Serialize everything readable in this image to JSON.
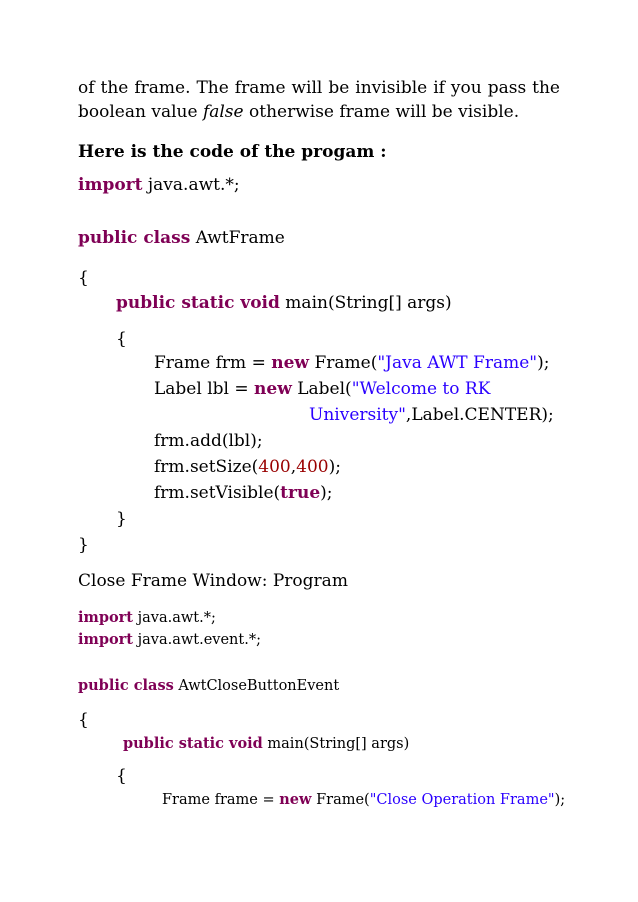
{
  "intro": {
    "line1": "of the frame. The frame will be invisible if you pass the",
    "line2_pre": "boolean value ",
    "line2_italic": "false",
    "line2_post": " otherwise frame will be visible."
  },
  "heading1": "Here is the code of the progam :",
  "code1": {
    "import_kw": "import",
    "import_rest": " java.awt.*;",
    "class_kw": "public class",
    "class_name": " AwtFrame",
    "open_brace_1": "{",
    "main_kw": "public static void",
    "main_rest": " main(String[] args)",
    "open_brace_2": "{",
    "frame_pre": "Frame frm = ",
    "frame_kw": "new",
    "frame_mid": " Frame(",
    "frame_str": "\"Java AWT Frame\"",
    "frame_post": ");",
    "label_pre": "Label lbl = ",
    "label_kw": "new",
    "label_mid": " Label(",
    "label_str1": "\"Welcome to RK",
    "label_str2": "University\"",
    "label_post": ",Label.CENTER);",
    "add_line": "frm.add(lbl);",
    "size_pre": "frm.setSize(",
    "size_w": "400",
    "size_comma": ",",
    "size_h": "400",
    "size_post": ");",
    "vis_pre": "frm.setVisible(",
    "vis_kw": "true",
    "vis_post": ");",
    "close_brace_2": "}",
    "close_brace_1": "}"
  },
  "heading2": "Close Frame Window: Program",
  "code2": {
    "import1_kw": "import",
    "import1_rest": " java.awt.*;",
    "import2_kw": "import",
    "import2_rest": " java.awt.event.*;",
    "class_kw": "public class",
    "class_name": " AwtCloseButtonEvent",
    "open_brace_1": "{",
    "main_kw": "public static void",
    "main_rest": " main(String[] args)",
    "open_brace_2": "{",
    "frame_pre": "Frame frame = ",
    "frame_kw": "new",
    "frame_mid": " Frame(",
    "frame_str": "\"Close Operation Frame\"",
    "frame_post": ");"
  }
}
